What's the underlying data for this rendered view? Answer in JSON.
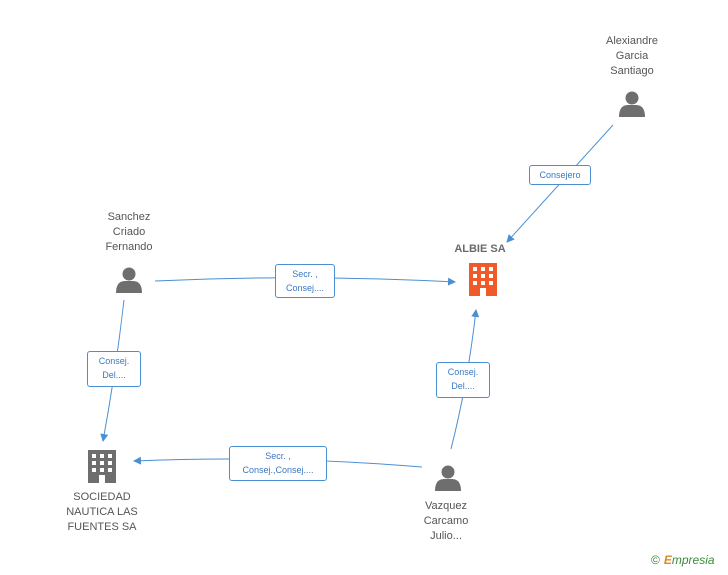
{
  "nodes": {
    "albie": {
      "label": "ALBIE SA",
      "type": "company",
      "color": "#f05a28"
    },
    "sociedad": {
      "label": "SOCIEDAD\nNAUTICA LAS\nFUENTES SA",
      "type": "company",
      "color": "#6e6e6e"
    },
    "alexandre": {
      "label": "Alexiandre\nGarcia\nSantiago",
      "type": "person"
    },
    "sanchez": {
      "label": "Sanchez\nCriado\nFernando",
      "type": "person"
    },
    "vazquez": {
      "label": "Vazquez\nCarcamo\nJulio...",
      "type": "person"
    }
  },
  "edges": {
    "alexandre_albie": "Consejero",
    "sanchez_albie": "Secr. ,\nConsej....",
    "sanchez_sociedad": "Consej.\nDel....",
    "vazquez_albie": "Consej.\nDel....",
    "vazquez_sociedad": "Secr. ,\nConsej.,Consej...."
  },
  "colors": {
    "edge": "#4a8fd4",
    "person": "#6e6e6e"
  },
  "brand": {
    "copyright": "©",
    "initial": "E",
    "name": "mpresia"
  }
}
